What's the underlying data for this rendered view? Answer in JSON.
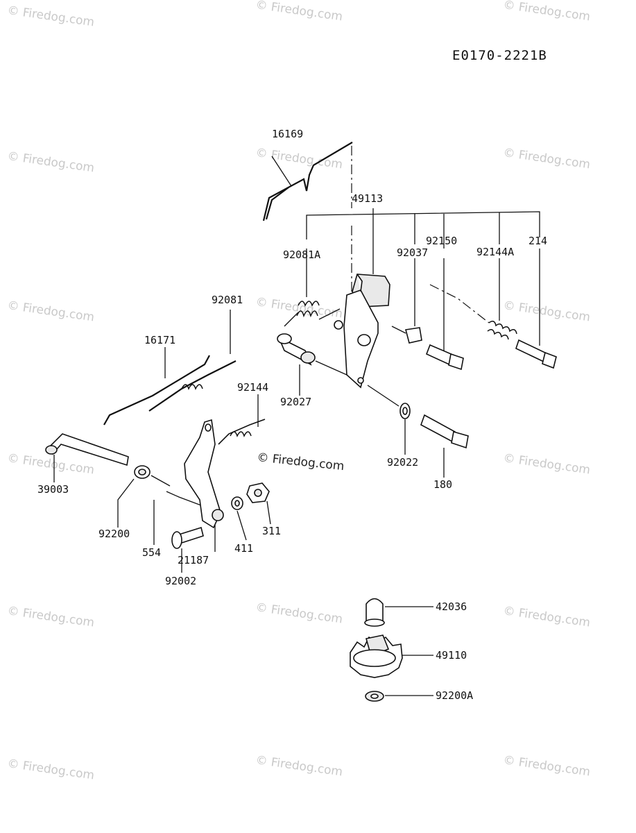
{
  "diagram_code": "E0170-2221B",
  "watermark_text": "© Firedog.com",
  "center_watermark": "© Firedog.com",
  "parts": {
    "p16169": "16169",
    "p49113": "49113",
    "p92081A": "92081A",
    "p92037": "92037",
    "p92150": "92150",
    "p92144A": "92144A",
    "p214": "214",
    "p92081": "92081",
    "p16171": "16171",
    "p92144": "92144",
    "p92027": "92027",
    "p92022": "92022",
    "p180": "180",
    "p39003": "39003",
    "p92200": "92200",
    "p554": "554",
    "p21187": "21187",
    "p411": "411",
    "p311": "311",
    "p92002": "92002",
    "p42036": "42036",
    "p49110": "49110",
    "p92200A": "92200A"
  }
}
